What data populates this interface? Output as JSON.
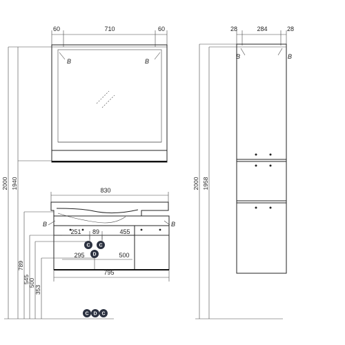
{
  "mirror": {
    "top_dims": [
      "60",
      "710",
      "60"
    ],
    "corner_marks": [
      "B",
      "B"
    ]
  },
  "cabinet": {
    "top_dims": [
      "28",
      "284",
      "28"
    ],
    "corner_marks": [
      "B",
      "B"
    ]
  },
  "vanity": {
    "width_top": "830",
    "width_bottom": "795",
    "side_marks": [
      "B",
      "B"
    ],
    "inner_dims": [
      "251",
      "89",
      "455",
      "295",
      "500"
    ],
    "badges": [
      "C",
      "C",
      "D"
    ]
  },
  "left_heights": [
    "2000",
    "1940",
    "789",
    "545",
    "500",
    "353"
  ],
  "right_heights": [
    "2000",
    "1958"
  ],
  "legend_badges": [
    "C",
    "D",
    "C"
  ],
  "colors": {
    "line": "#222222",
    "badge": "#2b3140"
  }
}
